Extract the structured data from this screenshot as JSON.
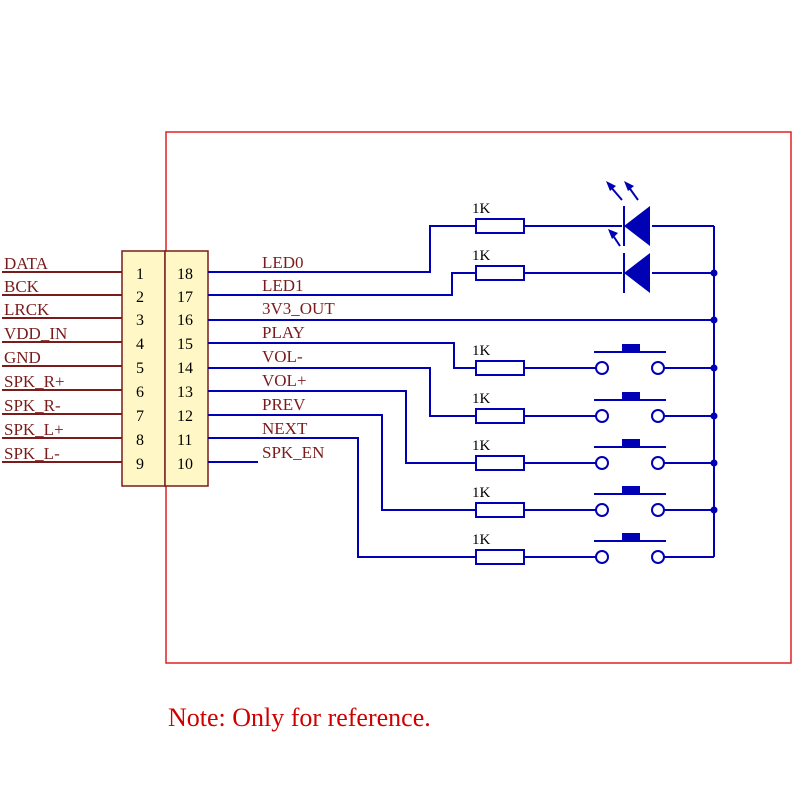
{
  "diagram": {
    "left_labels": [
      "DATA",
      "BCK",
      "LRCK",
      "VDD_IN",
      "GND",
      "SPK_R+",
      "SPK_R-",
      "SPK_L+",
      "SPK_L-"
    ],
    "left_numbers": [
      "1",
      "2",
      "3",
      "4",
      "5",
      "6",
      "7",
      "8",
      "9"
    ],
    "right_numbers": [
      "18",
      "17",
      "16",
      "15",
      "14",
      "13",
      "12",
      "11",
      "10"
    ],
    "right_labels": [
      "LED0",
      "LED1",
      "3V3_OUT",
      "PLAY",
      "VOL-",
      "VOL+",
      "PREV",
      "NEXT",
      "SPK_EN"
    ],
    "resistor_label": "1K"
  },
  "note": "Note: Only for reference.",
  "colors": {
    "wire": "#0000b4",
    "label": "#7a1c1c",
    "frame": "#e02020",
    "connector_fill": "#fff8c6",
    "connector_stroke": "#7a1c1c",
    "note": "#d00000"
  }
}
